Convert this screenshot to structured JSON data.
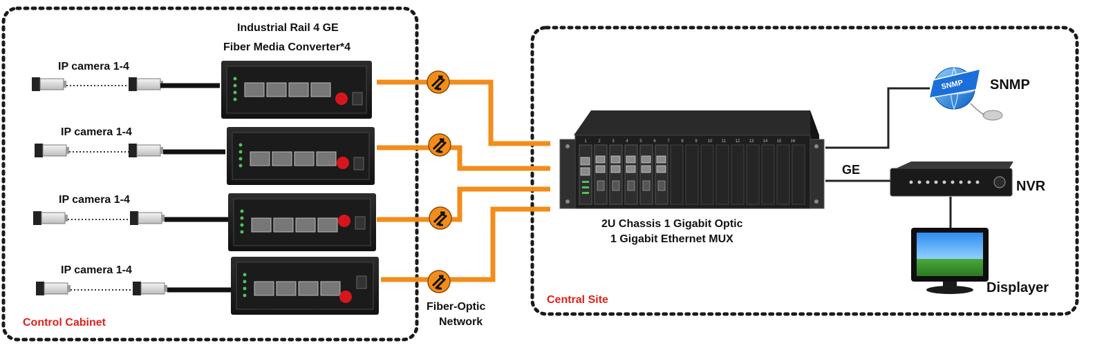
{
  "title": {
    "line1": "Industrial Rail 4 GE",
    "line2": "Fiber Media Converter*4"
  },
  "cameras": [
    {
      "label": "IP camera 1-4"
    },
    {
      "label": "IP camera 1-4"
    },
    {
      "label": "IP camera 1-4"
    },
    {
      "label": "IP camera 1-4"
    }
  ],
  "zones": {
    "left": "Control Cabinet",
    "right": "Central Site"
  },
  "network": {
    "line1": "Fiber-Optic",
    "line2": "Network"
  },
  "chassis": {
    "line1": "2U Chassis 1 Gigabit Optic",
    "line2": "1 Gigabit Ethernet MUX",
    "slots": [
      "1",
      "2",
      "3",
      "4",
      "5",
      "6",
      "7",
      "8",
      "9",
      "10",
      "11",
      "12",
      "13",
      "14",
      "15",
      "16"
    ]
  },
  "link_label": "GE",
  "devices": {
    "snmp": "SNMP",
    "snmp_badge": "SNMP",
    "nvr": "NVR",
    "display": "Displayer"
  },
  "colors": {
    "fiber": "#f28c1a",
    "border": "#1a1a1a",
    "zone_label": "#e0201b"
  }
}
